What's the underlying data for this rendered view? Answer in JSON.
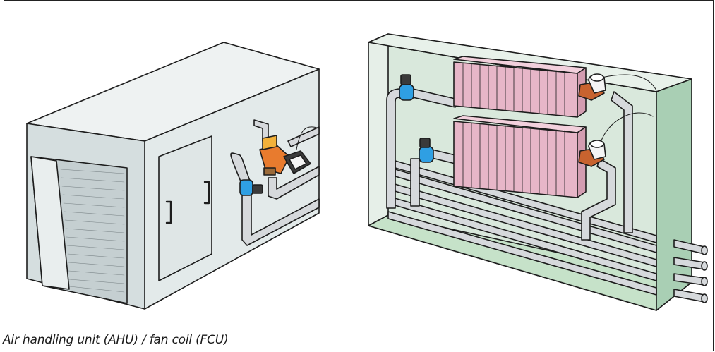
{
  "caption": "Air handling unit (AHU) / fan coil (FCU)",
  "colors": {
    "unit_light": "#e6ecec",
    "unit_mid": "#d3dcdc",
    "unit_dark": "#bfc9ca",
    "wall_green": "#d9e8dc",
    "wall_green_dark": "#a9cfb4",
    "floor_green": "#c6e2c9",
    "pipe": "#d6d9dc",
    "radiator_pink": "#e7b6c8",
    "valve_blue": "#2f9fe3",
    "valve_orange": "#e87b2e",
    "actuator_brown": "#c8632f",
    "outline": "#1d1d1d"
  },
  "scenes": [
    {
      "name": "air-handling-unit",
      "components": [
        "louvred-grille",
        "access-door",
        "pipe-loop",
        "balancing-valve",
        "control-valve-with-actuator"
      ]
    },
    {
      "name": "radiator-room",
      "components": [
        "upper-radiator",
        "lower-radiator",
        "thermostatic-valves",
        "lockshield-valves",
        "distribution-pipes"
      ]
    }
  ]
}
